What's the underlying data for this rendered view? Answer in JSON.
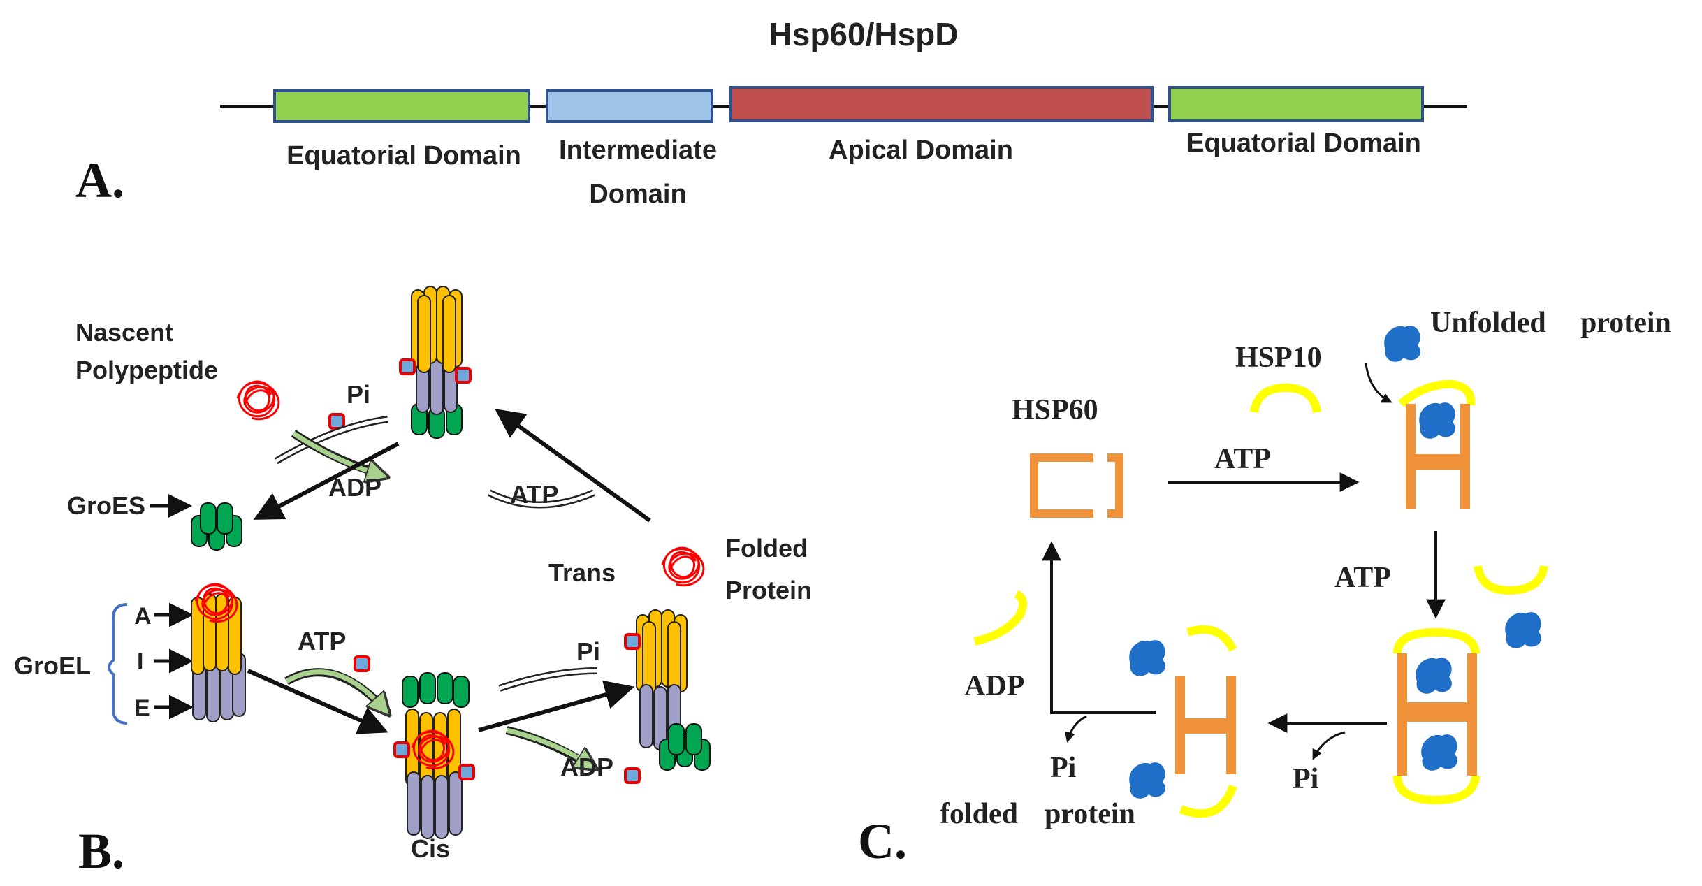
{
  "colors": {
    "equatorial": "#92d050",
    "intermediate": "#9dc3e6",
    "apical": "#c0504d",
    "domain_border": "#2f528f",
    "apical_ring": "#ffc000",
    "equatorial_ring": "#9f9fc8",
    "groes": "#00a651",
    "polypeptide": "#ff0000",
    "hsp60": "#f0923a",
    "hsp10": "#ffff00",
    "protein_blue": "#1f6fc8",
    "arrow_green": "#a9d18e"
  },
  "panel_a": {
    "label": "A.",
    "title": "Hsp60/HspD",
    "domains": [
      {
        "name": "Equatorial Domain",
        "type": "equatorial"
      },
      {
        "name": "Intermediate",
        "name2": "Domain",
        "type": "intermediate"
      },
      {
        "name": "Apical Domain",
        "type": "apical"
      },
      {
        "name": "Equatorial Domain",
        "type": "equatorial"
      }
    ]
  },
  "panel_b": {
    "label": "B.",
    "nascent": "Nascent",
    "polypeptide": "Polypeptide",
    "groes": "GroES",
    "groel": "GroEL",
    "ring_a": "A",
    "ring_i": "I",
    "ring_e": "E",
    "pi_top": "Pi",
    "adp_top": "ADP",
    "atp_right": "ATP",
    "atp_bottom": "ATP",
    "pi_bottom": "Pi",
    "adp_bottom": "ADP",
    "trans": "Trans",
    "folded": "Folded",
    "protein": "Protein",
    "cis": "Cis"
  },
  "panel_c": {
    "label": "C.",
    "hsp60": "HSP60",
    "hsp10": "HSP10",
    "unfolded_word1": "Unfolded",
    "unfolded_word2": "protein",
    "atp_top": "ATP",
    "atp_right": "ATP",
    "adp": "ADP",
    "pi_left": "Pi",
    "pi_right": "Pi",
    "folded_word1": "folded",
    "folded_word2": "protein"
  }
}
